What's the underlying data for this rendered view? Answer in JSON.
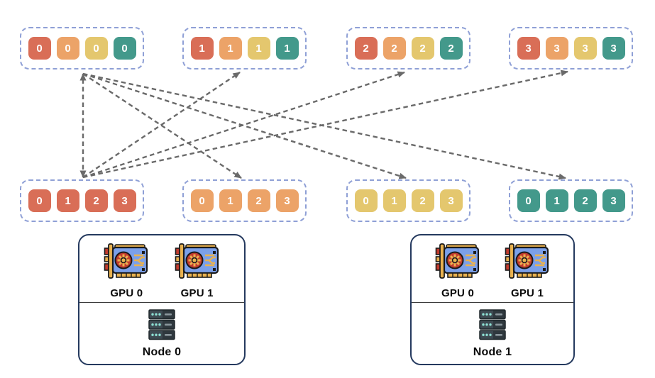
{
  "figure": {
    "description": "all-to-all exchange between 4 GPU buffers across 2 nodes"
  },
  "colors": {
    "red": "#D96E57",
    "orange": "#ECA368",
    "yellow": "#E4C76E",
    "teal": "#43998B",
    "dashed_border": "#8FA0D6",
    "node_border": "#24395E",
    "arrow": "#6A6A6A"
  },
  "icons": {
    "gpu": "gpu-card-icon",
    "server": "server-rack-icon"
  },
  "top_row": [
    {
      "cells": [
        {
          "value": "0",
          "color": "#D96E57"
        },
        {
          "value": "0",
          "color": "#ECA368"
        },
        {
          "value": "0",
          "color": "#E4C76E"
        },
        {
          "value": "0",
          "color": "#43998B"
        }
      ]
    },
    {
      "cells": [
        {
          "value": "1",
          "color": "#D96E57"
        },
        {
          "value": "1",
          "color": "#ECA368"
        },
        {
          "value": "1",
          "color": "#E4C76E"
        },
        {
          "value": "1",
          "color": "#43998B"
        }
      ]
    },
    {
      "cells": [
        {
          "value": "2",
          "color": "#D96E57"
        },
        {
          "value": "2",
          "color": "#ECA368"
        },
        {
          "value": "2",
          "color": "#E4C76E"
        },
        {
          "value": "2",
          "color": "#43998B"
        }
      ]
    },
    {
      "cells": [
        {
          "value": "3",
          "color": "#D96E57"
        },
        {
          "value": "3",
          "color": "#ECA368"
        },
        {
          "value": "3",
          "color": "#E4C76E"
        },
        {
          "value": "3",
          "color": "#43998B"
        }
      ]
    }
  ],
  "bottom_row": [
    {
      "cells": [
        {
          "value": "0",
          "color": "#D96E57"
        },
        {
          "value": "1",
          "color": "#D96E57"
        },
        {
          "value": "2",
          "color": "#D96E57"
        },
        {
          "value": "3",
          "color": "#D96E57"
        }
      ]
    },
    {
      "cells": [
        {
          "value": "0",
          "color": "#ECA368"
        },
        {
          "value": "1",
          "color": "#ECA368"
        },
        {
          "value": "2",
          "color": "#ECA368"
        },
        {
          "value": "3",
          "color": "#ECA368"
        }
      ]
    },
    {
      "cells": [
        {
          "value": "0",
          "color": "#E4C76E"
        },
        {
          "value": "1",
          "color": "#E4C76E"
        },
        {
          "value": "2",
          "color": "#E4C76E"
        },
        {
          "value": "3",
          "color": "#E4C76E"
        }
      ]
    },
    {
      "cells": [
        {
          "value": "0",
          "color": "#43998B"
        },
        {
          "value": "1",
          "color": "#43998B"
        },
        {
          "value": "2",
          "color": "#43998B"
        },
        {
          "value": "3",
          "color": "#43998B"
        }
      ]
    }
  ],
  "arrows": [
    {
      "from": "bottom-0",
      "to": "top-0",
      "heads": "both"
    },
    {
      "from": "bottom-0",
      "to": "top-1",
      "heads": "end"
    },
    {
      "from": "bottom-0",
      "to": "top-2",
      "heads": "end"
    },
    {
      "from": "bottom-0",
      "to": "top-3",
      "heads": "end"
    },
    {
      "from": "top-0",
      "to": "bottom-1",
      "heads": "end"
    },
    {
      "from": "top-0",
      "to": "bottom-2",
      "heads": "end"
    },
    {
      "from": "top-0",
      "to": "bottom-3",
      "heads": "end"
    }
  ],
  "nodes": [
    {
      "label": "Node 0",
      "gpus": [
        "GPU 0",
        "GPU 1"
      ]
    },
    {
      "label": "Node 1",
      "gpus": [
        "GPU 0",
        "GPU 1"
      ]
    }
  ]
}
